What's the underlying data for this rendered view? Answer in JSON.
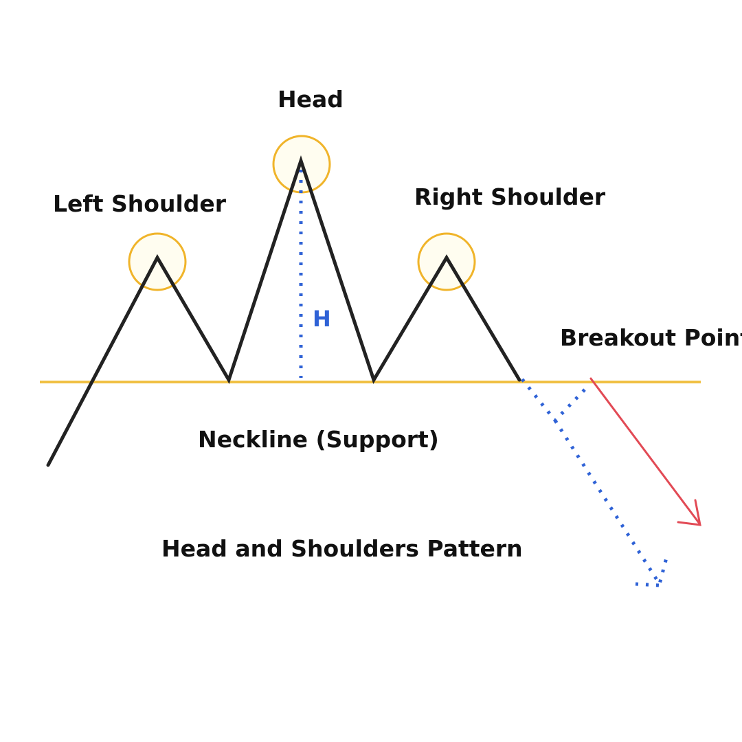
{
  "labels": {
    "head": "Head",
    "left_shoulder": "Left Shoulder",
    "right_shoulder": "Right Shoulder",
    "breakout_point": "Breakout Point",
    "neckline": "Neckline (Support)",
    "height_marker": "H",
    "title": "Head and Shoulders Pattern"
  },
  "colors": {
    "price_line": "#222222",
    "neckline": "#f0c043",
    "peak_circle_stroke": "#f0b42a",
    "peak_circle_fill": "#fffdf0",
    "height_marker": "#2f62d6",
    "projection": "#2f62d6",
    "breakout_arrow": "#e24a55"
  }
}
